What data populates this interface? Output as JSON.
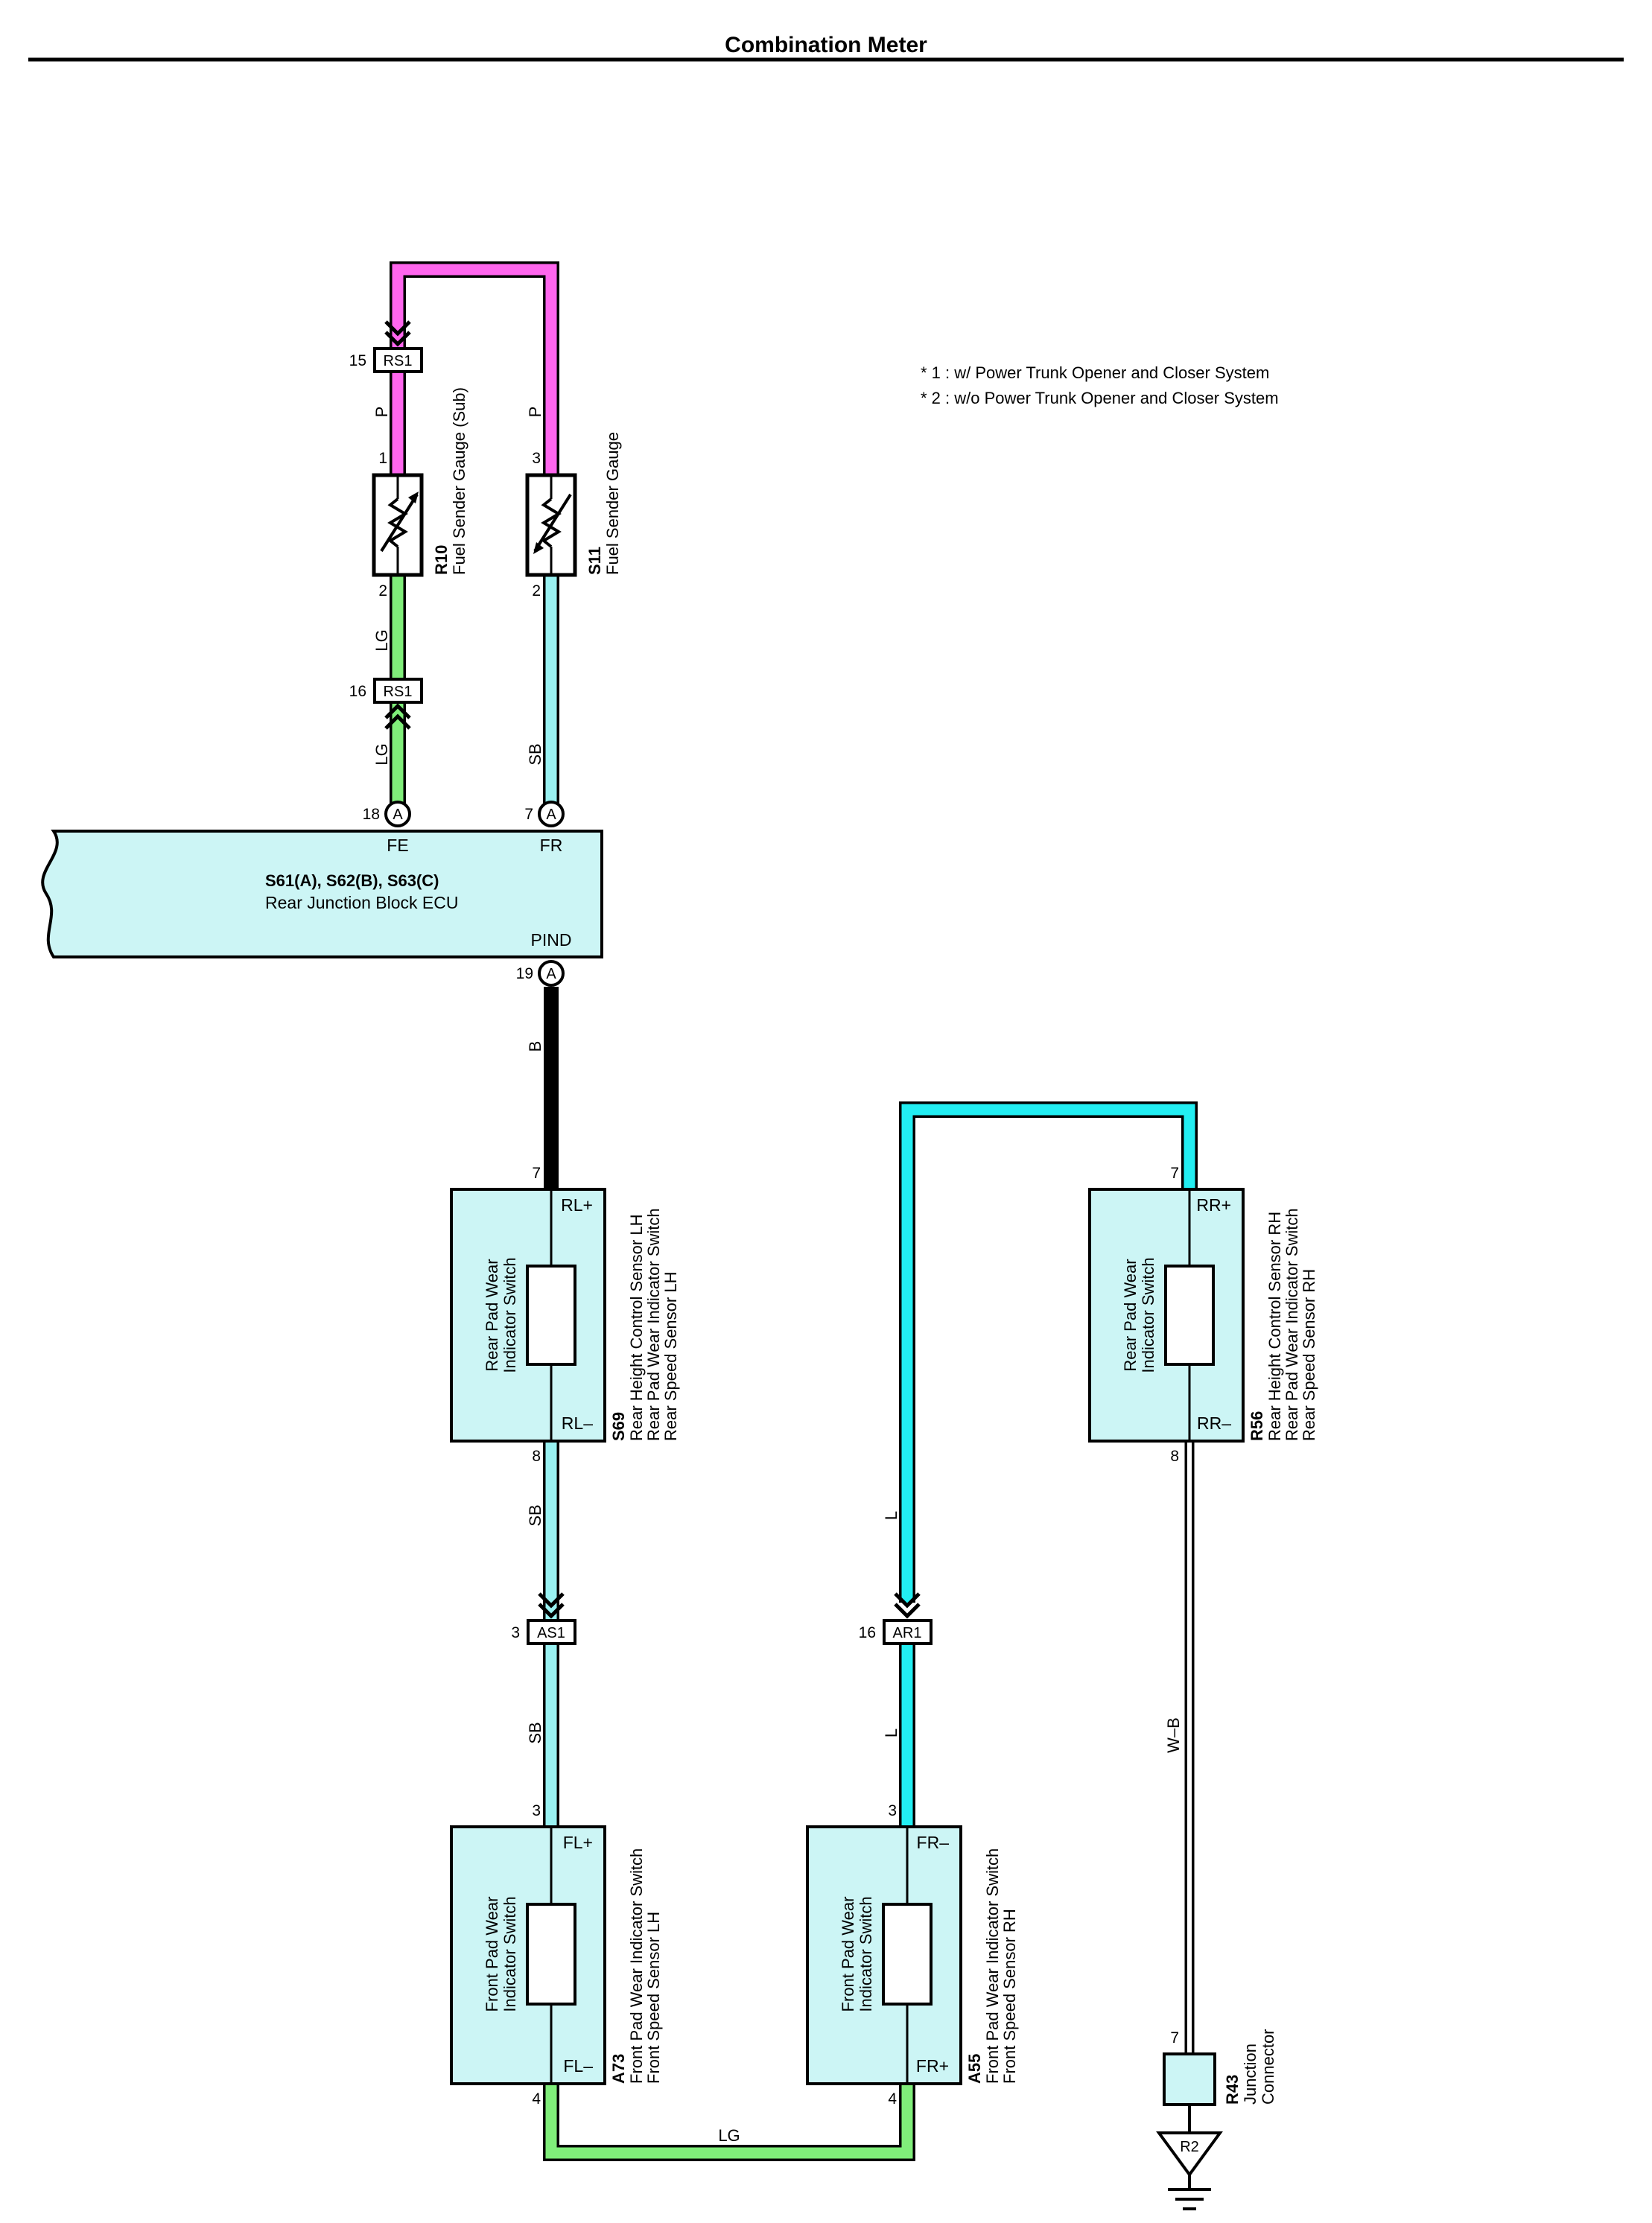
{
  "title": "Combination Meter",
  "notes": [
    "* 1 : w/ Power Trunk Opener and Closer System",
    "* 2 : w/o Power Trunk Opener and Closer System"
  ],
  "colors": {
    "P": "#ff66ee",
    "LG": "#80ee7a",
    "SB": "#99f2f2",
    "L": "#22eef2",
    "B": "#000000",
    "W-B": "#ffffff",
    "component_fill": "#ccf5f5"
  },
  "connectors": {
    "rs1_top": {
      "label": "RS1",
      "pin": "15"
    },
    "rs1_bottom": {
      "label": "RS1",
      "pin": "16"
    },
    "as1": {
      "label": "AS1",
      "pin": "3"
    },
    "ar1": {
      "label": "AR1",
      "pin": "16"
    }
  },
  "components": {
    "r10": {
      "code": "R10",
      "name": "Fuel Sender Gauge (Sub)",
      "pin_top": "1",
      "pin_bottom": "2"
    },
    "s11": {
      "code": "S11",
      "name": "Fuel Sender Gauge",
      "pin_top": "3",
      "pin_bottom": "2"
    },
    "ecu": {
      "code": "S61(A), S62(B), S63(C)",
      "name": "Rear Junction Block ECU",
      "terminals": [
        {
          "pin": "18",
          "connector": "A",
          "signal": "FE"
        },
        {
          "pin": "7",
          "connector": "A",
          "signal": "FR"
        },
        {
          "pin": "19",
          "connector": "A",
          "signal": "PIND"
        }
      ]
    },
    "s69": {
      "code": "S69",
      "name_lines": [
        "Rear Height Control Sensor LH",
        "Rear Pad Wear Indicator Switch",
        "Rear Speed Sensor LH"
      ],
      "inner_lines": [
        "Rear Pad Wear",
        "Indicator Switch"
      ],
      "terminal_top": "RL+",
      "terminal_bottom": "RL–",
      "pin_top": "7",
      "pin_bottom": "8"
    },
    "r56": {
      "code": "R56",
      "name_lines": [
        "Rear Height Control Sensor RH",
        "Rear Pad Wear Indicator Switch",
        "Rear Speed Sensor RH"
      ],
      "inner_lines": [
        "Rear Pad Wear",
        "Indicator Switch"
      ],
      "terminal_top": "RR+",
      "terminal_bottom": "RR–",
      "pin_top": "7",
      "pin_bottom": "8"
    },
    "a73": {
      "code": "A73",
      "name_lines": [
        "Front Pad Wear Indicator Switch",
        "Front Speed Sensor LH"
      ],
      "inner_lines": [
        "Front Pad Wear",
        "Indicator Switch"
      ],
      "terminal_top": "FL+",
      "terminal_bottom": "FL–",
      "pin_top": "3",
      "pin_bottom": "4"
    },
    "a55": {
      "code": "A55",
      "name_lines": [
        "Front Pad Wear Indicator Switch",
        "Front Speed Sensor RH"
      ],
      "inner_lines": [
        "Front Pad Wear",
        "Indicator Switch"
      ],
      "terminal_top": "FR–",
      "terminal_bottom": "FR+",
      "pin_top": "3",
      "pin_bottom": "4"
    },
    "r43": {
      "code": "R43",
      "name_lines": [
        "Junction",
        "Connector"
      ],
      "pin": "7"
    },
    "ground": {
      "label": "R2"
    }
  },
  "wires": {
    "r10_top": "P",
    "s11_top": "P",
    "r10_mid": "LG",
    "r10_low": "LG",
    "s11_low": "SB",
    "pind": "B",
    "s69_as1": "SB",
    "as1_a73": "SB",
    "loop_top": "L",
    "ar1_a55": "L",
    "front_bottom": "LG",
    "ground": "W–B"
  }
}
